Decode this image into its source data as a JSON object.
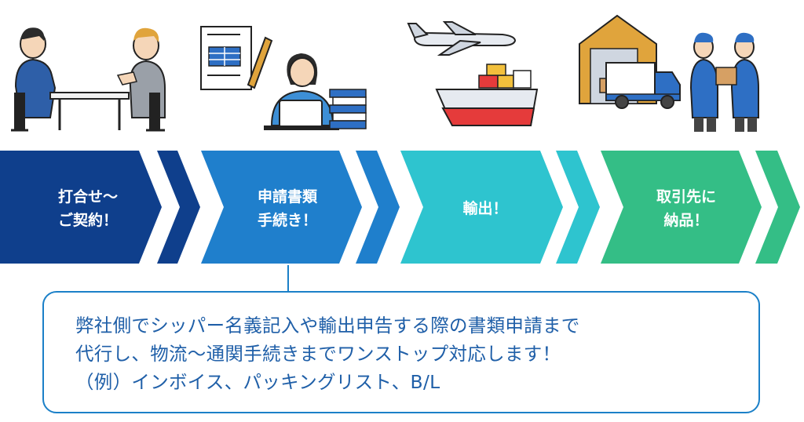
{
  "steps": [
    {
      "line1": "打合せ〜",
      "line2": "ご契約！",
      "color": "#0f3f8c"
    },
    {
      "line1": "申請書類",
      "line2": "手続き！",
      "color": "#1f7fcc"
    },
    {
      "line1": "輸出！",
      "line2": "",
      "color": "#2ec4cf"
    },
    {
      "line1": "取引先に",
      "line2": "納品！",
      "color": "#34be86"
    }
  ],
  "note": {
    "line1": "弊社側でシッパー名義記入や輸出申告する際の書類申請まで",
    "line2": "代行し、物流〜通関手続きまでワンストップ対応します！",
    "line3": "（例）インボイス、パッキングリスト、B/L"
  },
  "icons": [
    "meeting-icon",
    "document-pen-icon",
    "office-worker-icon",
    "airplane-icon",
    "cargo-ship-icon",
    "warehouse-icon",
    "delivery-truck-icon",
    "handover-icon"
  ]
}
